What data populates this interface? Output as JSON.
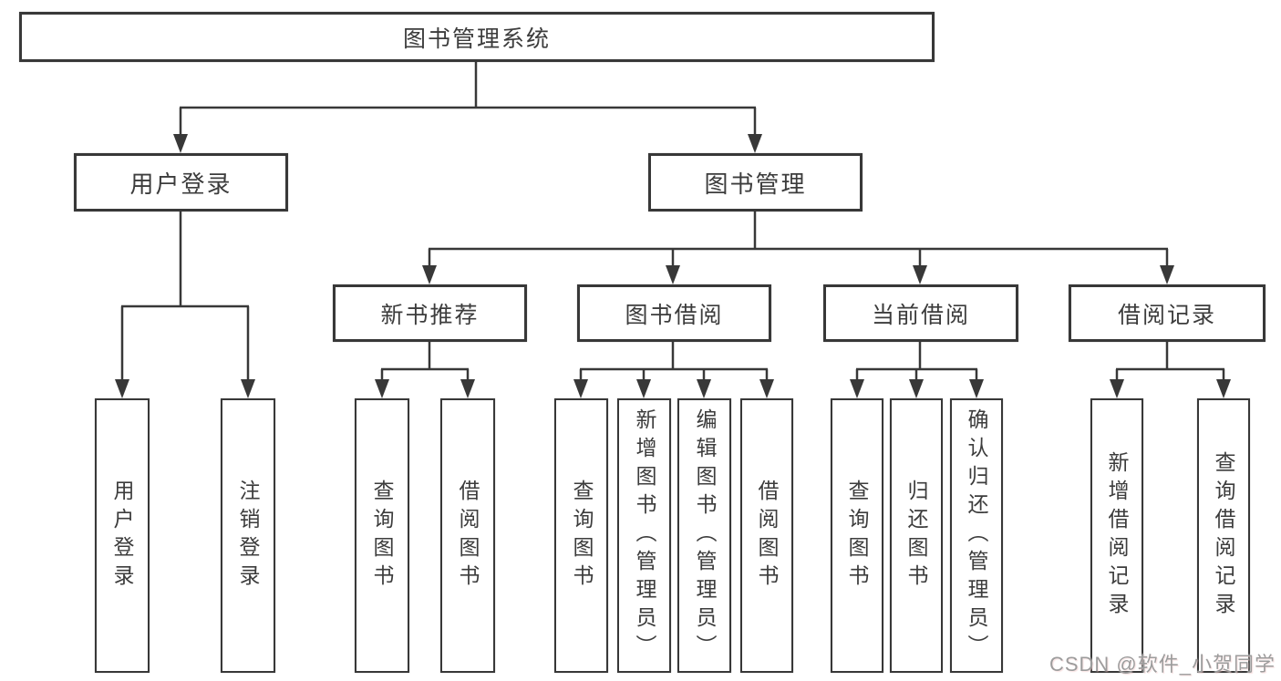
{
  "diagram": {
    "root": {
      "label": "图书管理系统"
    },
    "level2": {
      "user_login": {
        "label": "用户登录"
      },
      "book_mgmt": {
        "label": "图书管理"
      }
    },
    "level3": {
      "new_books": {
        "label": "新书推荐"
      },
      "book_borrow": {
        "label": "图书借阅"
      },
      "current_borrow": {
        "label": "当前借阅"
      },
      "borrow_records": {
        "label": "借阅记录"
      }
    },
    "leaves": {
      "user_login": {
        "login": "用户登录",
        "logout": "注销登录"
      },
      "new_books": {
        "query": "查询图书",
        "borrow": "借阅图书"
      },
      "book_borrow": {
        "query": "查询图书",
        "add": "新增图书（管理员）",
        "edit": "编辑图书（管理员）",
        "borrow": "借阅图书"
      },
      "current_borrow": {
        "query": "查询图书",
        "return": "归还图书",
        "confirm": "确认归还（管理员）"
      },
      "borrow_records": {
        "add": "新增借阅记录",
        "query": "查询借阅记录"
      }
    }
  },
  "watermark": {
    "text": "CSDN @软件_小贺同学"
  },
  "colors": {
    "line": "#383838",
    "text": "#3c3c3c",
    "box_fill": "#ffffff",
    "background": "#ffffff",
    "watermark": "#9c9c9c"
  }
}
